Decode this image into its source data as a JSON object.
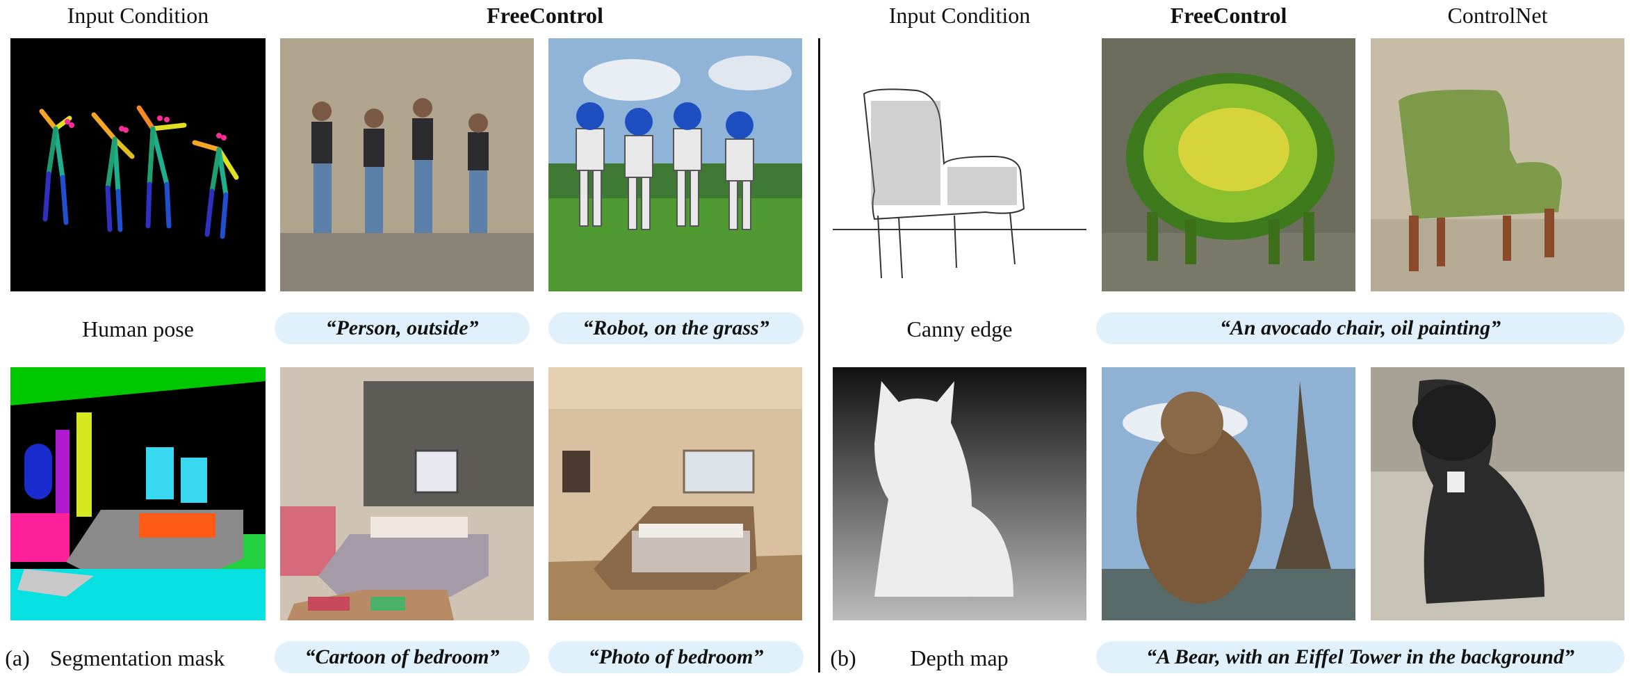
{
  "headers": {
    "left_input": "Input Condition",
    "left_method": "FreeControl",
    "right_input": "Input Condition",
    "right_method": "FreeControl",
    "right_baseline": "ControlNet"
  },
  "row_labels": {
    "pose": "Human pose",
    "canny": "Canny edge",
    "seg_prefix": "(a)",
    "seg": "Segmentation mask",
    "depth_prefix": "(b)",
    "depth": "Depth map"
  },
  "prompts": {
    "person": "“Person, outside”",
    "robot": "“Robot, on the grass”",
    "avocado": "“An avocado chair, oil painting”",
    "cartoon": "“Cartoon of bedroom”",
    "photo": "“Photo of bedroom”",
    "bear": "“A Bear, with an Eiffel Tower in the background”"
  },
  "colors": {
    "pill_bg": "#e0f1fb",
    "divider": "#111111"
  }
}
